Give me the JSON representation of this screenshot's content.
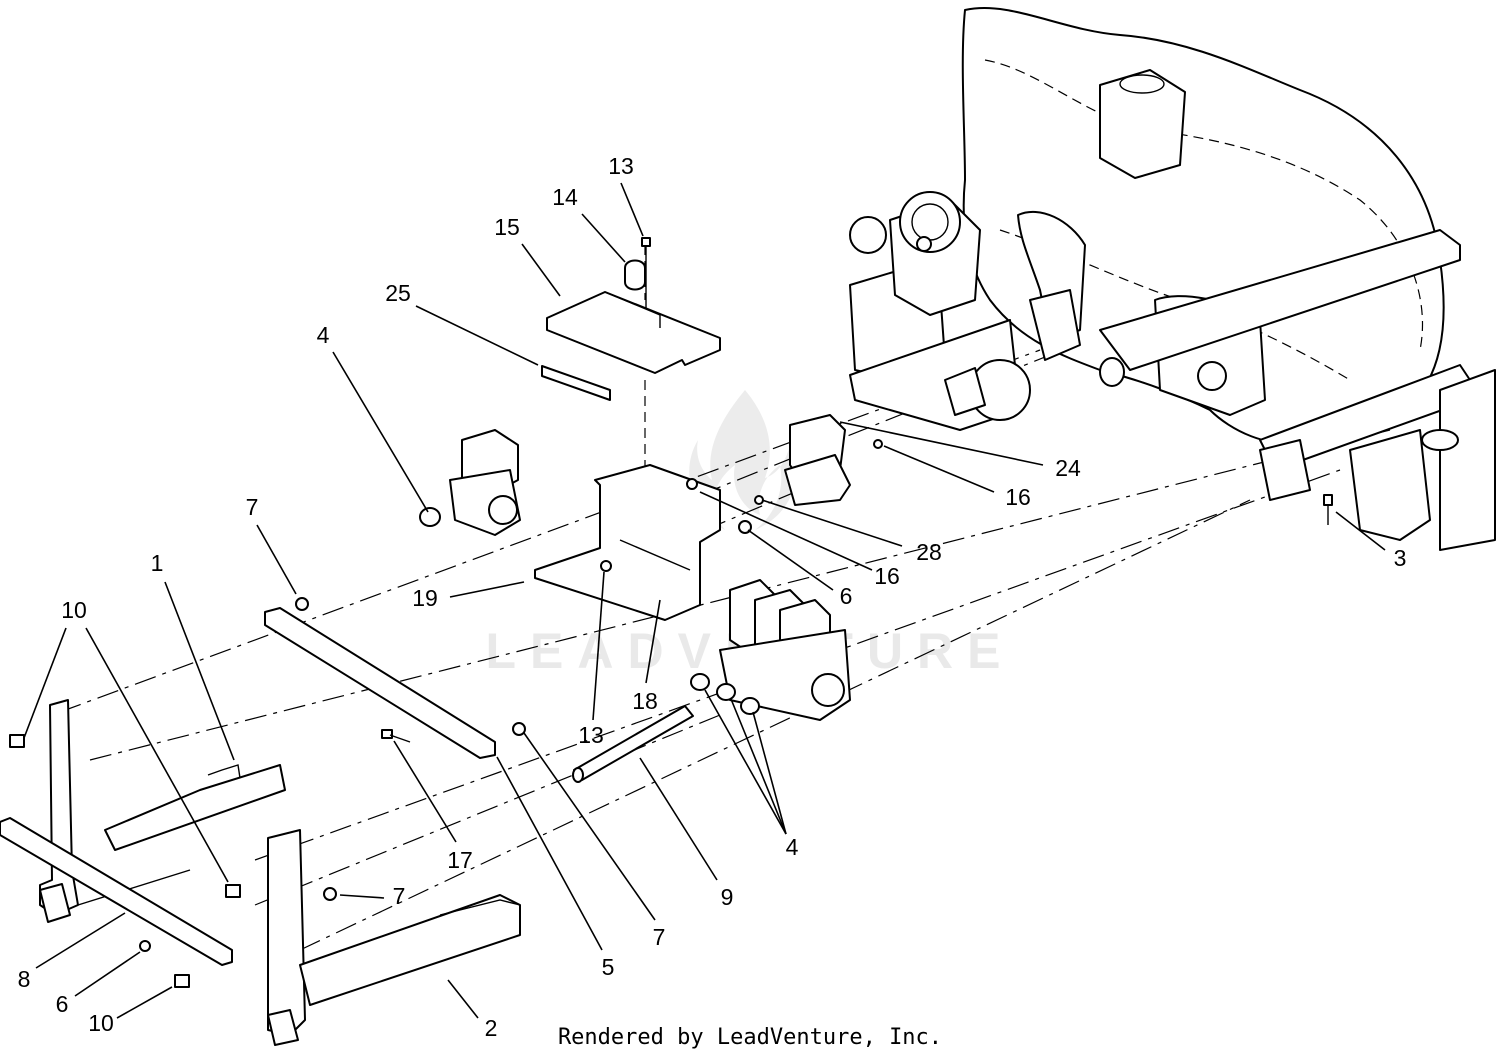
{
  "watermark_text": "LEADVENTURE",
  "footer_text": "Rendered by LeadVenture, Inc.",
  "colors": {
    "line": "#000000",
    "background": "#ffffff",
    "watermark": "#e9e9e9"
  },
  "callouts": [
    {
      "id": "c-13a",
      "number": "13"
    },
    {
      "id": "c-14",
      "number": "14"
    },
    {
      "id": "c-15",
      "number": "15"
    },
    {
      "id": "c-25",
      "number": "25"
    },
    {
      "id": "c-4a",
      "number": "4"
    },
    {
      "id": "c-7a",
      "number": "7"
    },
    {
      "id": "c-1",
      "number": "1"
    },
    {
      "id": "c-10a",
      "number": "10"
    },
    {
      "id": "c-19",
      "number": "19"
    },
    {
      "id": "c-13b",
      "number": "13"
    },
    {
      "id": "c-18",
      "number": "18"
    },
    {
      "id": "c-24",
      "number": "24"
    },
    {
      "id": "c-16a",
      "number": "16"
    },
    {
      "id": "c-28",
      "number": "28"
    },
    {
      "id": "c-16b",
      "number": "16"
    },
    {
      "id": "c-6a",
      "number": "6"
    },
    {
      "id": "c-3",
      "number": "3"
    },
    {
      "id": "c-17",
      "number": "17"
    },
    {
      "id": "c-5",
      "number": "5"
    },
    {
      "id": "c-7b",
      "number": "7"
    },
    {
      "id": "c-9",
      "number": "9"
    },
    {
      "id": "c-4b",
      "number": "4"
    },
    {
      "id": "c-7c",
      "number": "7"
    },
    {
      "id": "c-8",
      "number": "8"
    },
    {
      "id": "c-6b",
      "number": "6"
    },
    {
      "id": "c-10b",
      "number": "10"
    },
    {
      "id": "c-2",
      "number": "2"
    }
  ]
}
